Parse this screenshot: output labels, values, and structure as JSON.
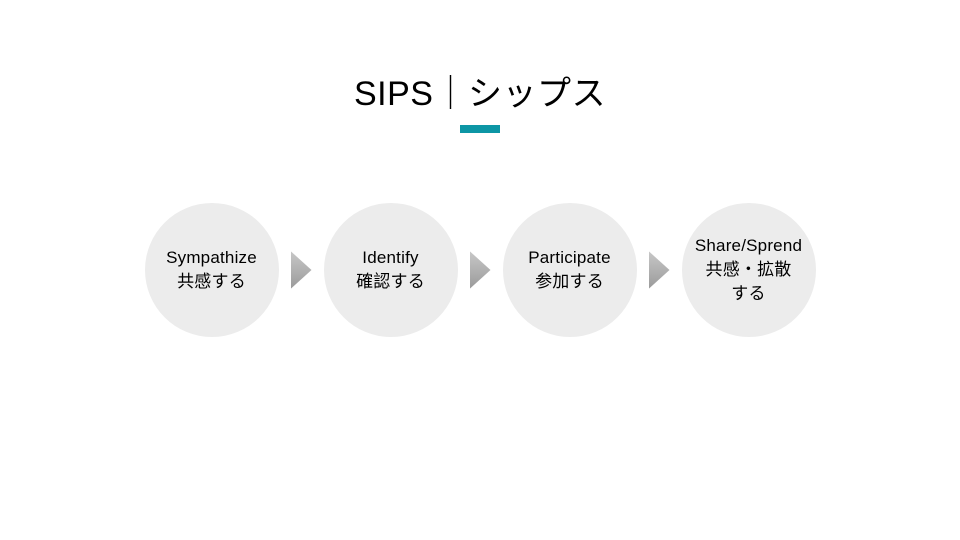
{
  "slide": {
    "title": "SIPS｜シップス",
    "accent_color": "#0d96a5",
    "circle_color": "#ececec",
    "arrow_gradient_top": "#c8c8c8",
    "arrow_gradient_bottom": "#9a9a9a",
    "text_color": "#000000"
  },
  "steps": [
    {
      "en": "Sympathize",
      "ja": "共感する"
    },
    {
      "en": "Identify",
      "ja": "確認する"
    },
    {
      "en": "Participate",
      "ja": "参加する"
    },
    {
      "en": "Share/Sprend",
      "ja": "共感・拡散\nする"
    }
  ]
}
